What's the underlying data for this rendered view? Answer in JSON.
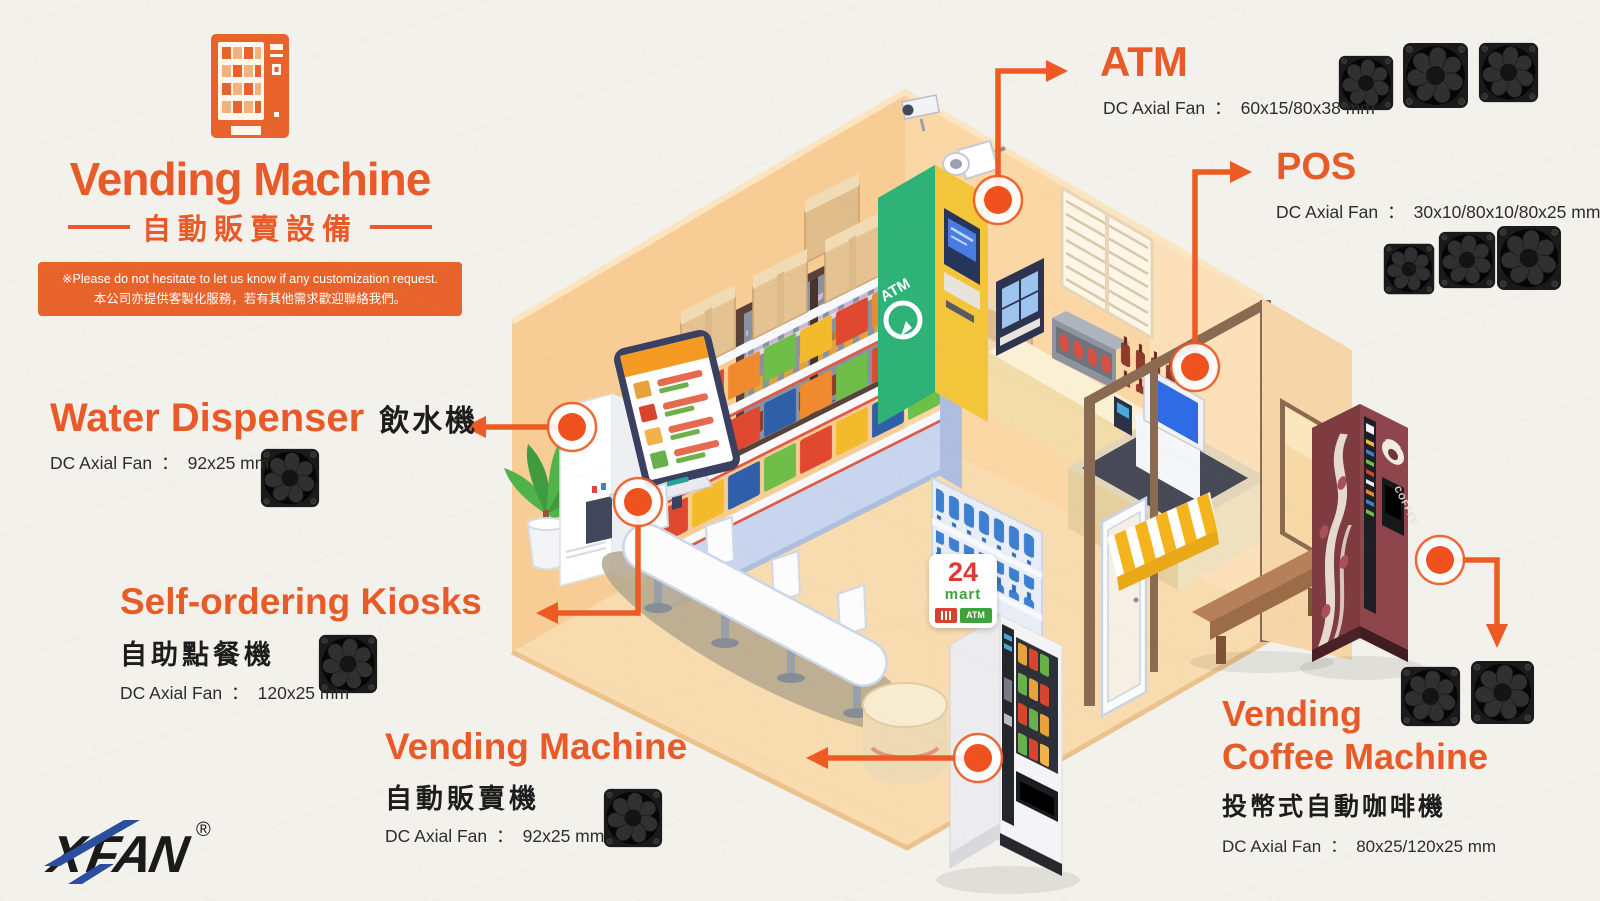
{
  "brand": {
    "title": "Vending Machine",
    "subtitle_zh": "自動販賣設備",
    "note_en": "※Please do not hesitate to let us know if any customization request.",
    "note_zh": "本公司亦提供客製化服務，若有其他需求歡迎聯絡我們。",
    "logo_x": "X",
    "logo_fan": "FAN",
    "logo_reg": "®"
  },
  "callouts": {
    "atm": {
      "title": "ATM",
      "spec_label": "DC Axial Fan",
      "spec_colon": "：",
      "spec_value": "60x15/80x38 mm"
    },
    "pos": {
      "title": "POS",
      "spec_label": "DC Axial Fan",
      "spec_colon": "：",
      "spec_value": "30x10/80x10/80x25 mm"
    },
    "water_dispenser": {
      "title": "Water Dispenser",
      "title_zh": "飲水機",
      "spec_label": "DC Axial Fan",
      "spec_colon": "：",
      "spec_value": "92x25 mm"
    },
    "self_ordering_kiosks": {
      "title": "Self-ordering Kiosks",
      "title_zh": "自助點餐機",
      "spec_label": "DC Axial Fan",
      "spec_colon": "：",
      "spec_value": "120x25 mm"
    },
    "vending_machine": {
      "title": "Vending Machine",
      "title_zh": "自動販賣機",
      "spec_label": "DC Axial Fan",
      "spec_colon": "：",
      "spec_value": "92x25 mm"
    },
    "vending_coffee_machine": {
      "title_line1": "Vending",
      "title_line2": "Coffee Machine",
      "title_zh": "投幣式自動咖啡機",
      "spec_label": "DC Axial Fan",
      "spec_colon": "：",
      "spec_value": "80x25/120x25 mm"
    }
  },
  "scene": {
    "store_sign": {
      "day": "24",
      "name": "mart",
      "badge_atm": "ATM"
    },
    "atm_machine_label": "ATM",
    "coffee_machine_label": "COFFEE"
  },
  "colors": {
    "accent": "#E85A28",
    "connector": "#ED5A24"
  }
}
